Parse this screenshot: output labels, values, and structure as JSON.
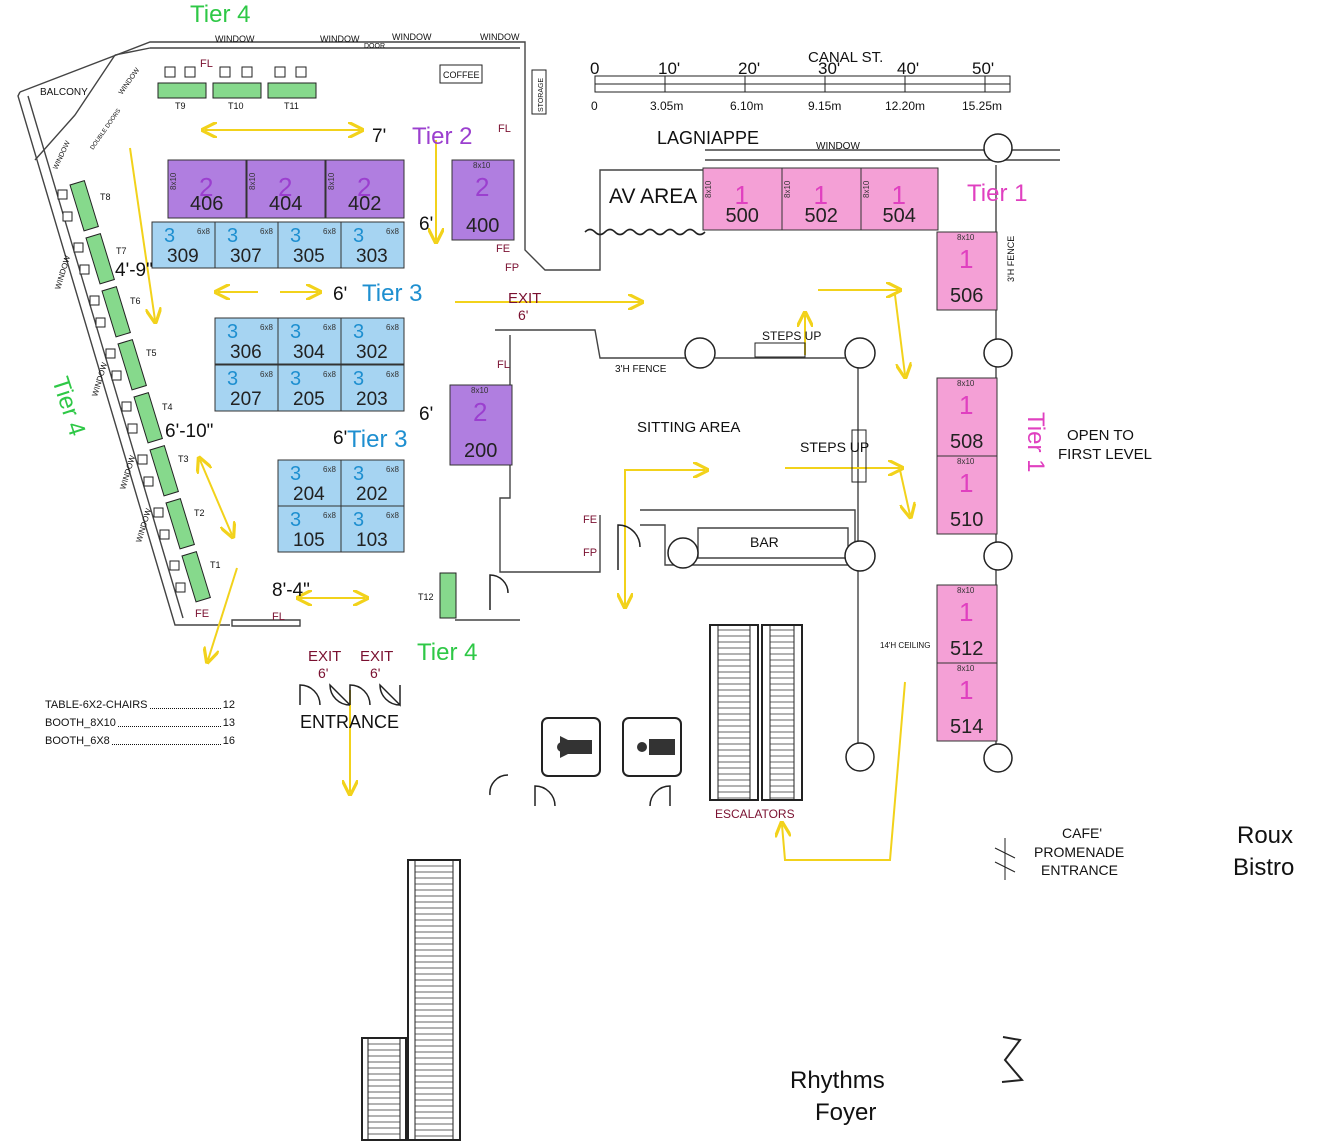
{
  "tiers": {
    "tier1": "Tier 1",
    "tier2": "Tier 2",
    "tier3": "Tier 3",
    "tier4": "Tier 4"
  },
  "labels": {
    "canal": "CANAL ST.",
    "lagniappe": "LAGNIAPPE",
    "window": "WINDOW",
    "door": "DOOR",
    "balcony": "BALCONY",
    "double_doors": "DOUBLE DOORS",
    "coffee": "COFFEE",
    "storage": "STORAGE",
    "av_area": "AV AREA",
    "fence_3h": "3'H FENCE",
    "steps_up": "STEPS UP",
    "sitting_area": "SITTING AREA",
    "bar": "BAR",
    "ceiling": "14'H CEILING",
    "escalators": "ESCALATORS",
    "exit": "EXIT",
    "entrance": "ENTRANCE",
    "open_to": "OPEN TO",
    "first_level": "FIRST LEVEL",
    "cafe1": "CAFE'",
    "cafe2": "PROMENADE",
    "cafe3": "ENTRANCE",
    "roux1": "Roux",
    "roux2": "Bistro",
    "rhythms1": "Rhythms",
    "rhythms2": "Foyer",
    "fe": "FE",
    "fp": "FP",
    "fl": "FL"
  },
  "dims": {
    "d7": "7'",
    "d6a": "6'",
    "d6b": "6'",
    "d6c": "6'",
    "d6d": "6'",
    "d49": "4'-9\"",
    "d610": "6'-10\"",
    "d84": "8'-4\"",
    "d6exit": "6'"
  },
  "scale": {
    "feet": [
      "0",
      "10'",
      "20'",
      "30'",
      "40'",
      "50'"
    ],
    "meters": [
      "0",
      "3.05m",
      "6.10m",
      "9.15m",
      "12.20m",
      "15.25m"
    ]
  },
  "booths": {
    "b406": {
      "tier": "2",
      "num": "406",
      "size": "8x10"
    },
    "b404": {
      "tier": "2",
      "num": "404",
      "size": "8x10"
    },
    "b402": {
      "tier": "2",
      "num": "402",
      "size": "8x10"
    },
    "b400": {
      "tier": "2",
      "num": "400",
      "size": "8x10"
    },
    "b200": {
      "tier": "2",
      "num": "200",
      "size": "8x10"
    },
    "b309": {
      "tier": "3",
      "num": "309",
      "size": "6x8"
    },
    "b307": {
      "tier": "3",
      "num": "307",
      "size": "6x8"
    },
    "b305": {
      "tier": "3",
      "num": "305",
      "size": "6x8"
    },
    "b303": {
      "tier": "3",
      "num": "303",
      "size": "6x8"
    },
    "b306": {
      "tier": "3",
      "num": "306",
      "size": "6x8"
    },
    "b304": {
      "tier": "3",
      "num": "304",
      "size": "6x8"
    },
    "b302": {
      "tier": "3",
      "num": "302",
      "size": "6x8"
    },
    "b207": {
      "tier": "3",
      "num": "207",
      "size": "6x8"
    },
    "b205": {
      "tier": "3",
      "num": "205",
      "size": "6x8"
    },
    "b203": {
      "tier": "3",
      "num": "203",
      "size": "6x8"
    },
    "b204": {
      "tier": "3",
      "num": "204",
      "size": "6x8"
    },
    "b202": {
      "tier": "3",
      "num": "202",
      "size": "6x8"
    },
    "b105": {
      "tier": "3",
      "num": "105",
      "size": "6x8"
    },
    "b103": {
      "tier": "3",
      "num": "103",
      "size": "6x8"
    },
    "b500": {
      "tier": "1",
      "num": "500",
      "size": "8x10"
    },
    "b502": {
      "tier": "1",
      "num": "502",
      "size": "8x10"
    },
    "b504": {
      "tier": "1",
      "num": "504",
      "size": "8x10"
    },
    "b506": {
      "tier": "1",
      "num": "506",
      "size": "8x10"
    },
    "b508": {
      "tier": "1",
      "num": "508",
      "size": "8x10"
    },
    "b510": {
      "tier": "1",
      "num": "510",
      "size": "8x10"
    },
    "b512": {
      "tier": "1",
      "num": "512",
      "size": "8x10"
    },
    "b514": {
      "tier": "1",
      "num": "514",
      "size": "8x10"
    }
  },
  "tables": [
    "T1",
    "T2",
    "T3",
    "T4",
    "T5",
    "T6",
    "T7",
    "T8",
    "T9",
    "T10",
    "T11",
    "T12"
  ],
  "legend": [
    {
      "label": "TABLE-6X2-CHAIRS",
      "count": "12"
    },
    {
      "label": "BOOTH_8X10",
      "count": "13"
    },
    {
      "label": "BOOTH_6X8",
      "count": "16"
    }
  ],
  "colors": {
    "tier1": "#f4a0d6",
    "tier2": "#b07ee0",
    "tier3": "#a6d4f2",
    "tier4": "#86d98c",
    "arrow": "#f2d21b"
  }
}
